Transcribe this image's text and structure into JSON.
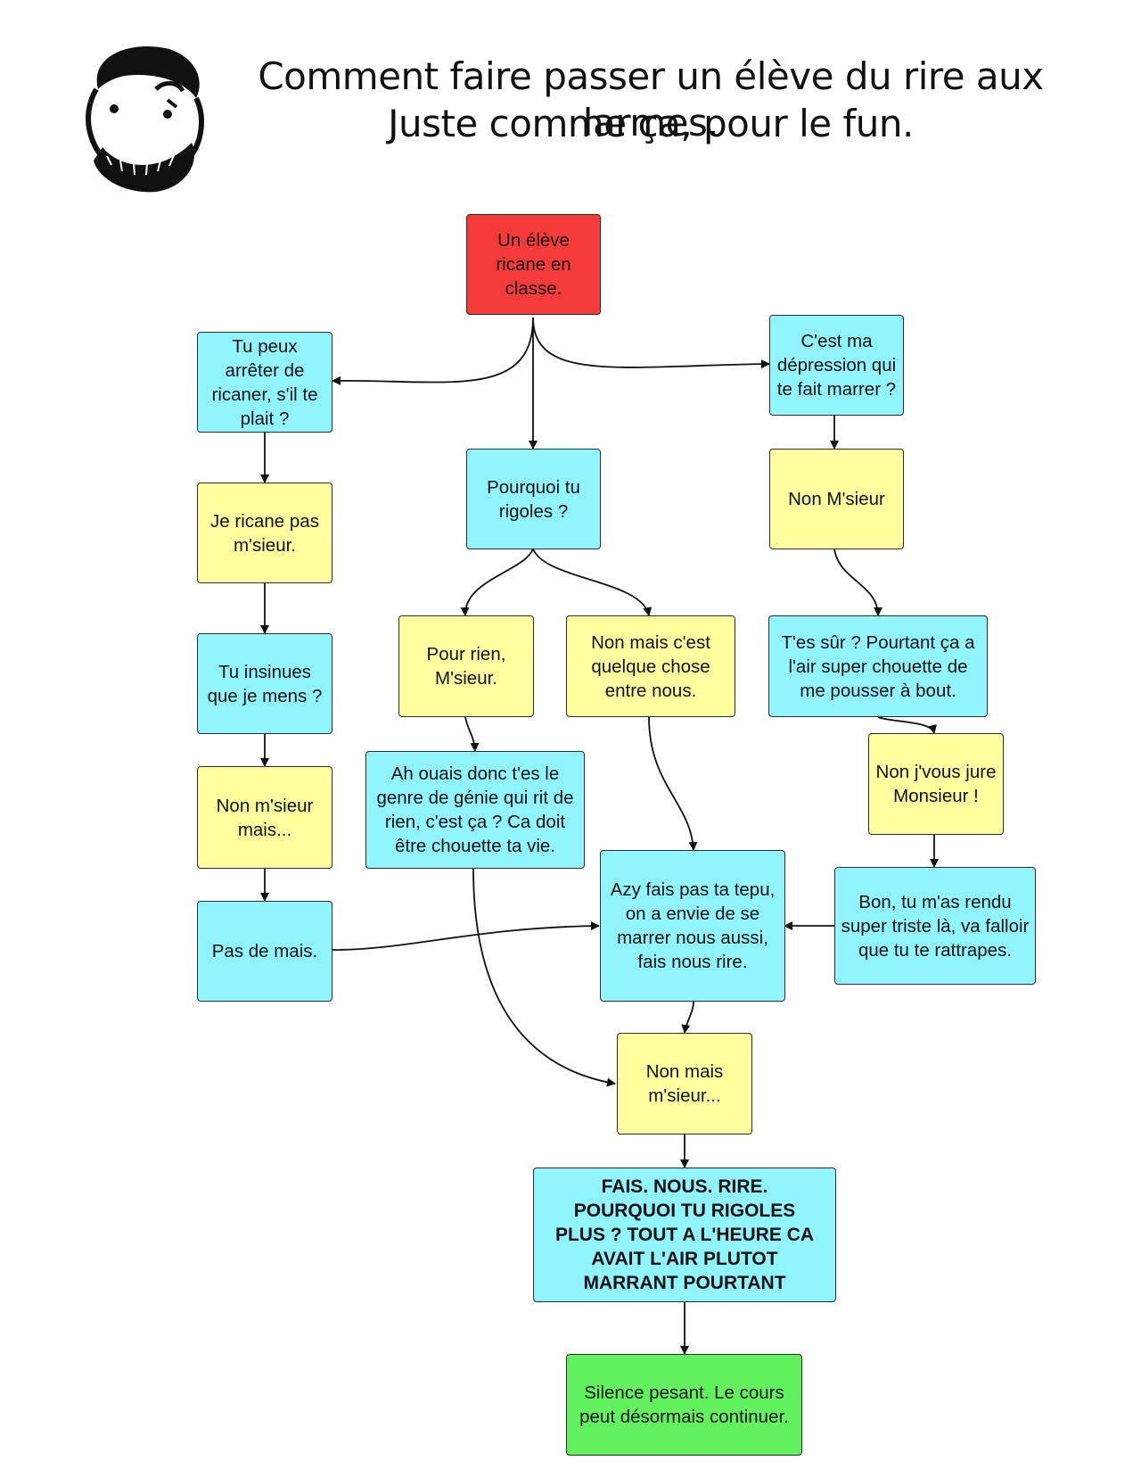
{
  "header": {
    "title_line1": "Comment faire passer un élève du rire aux larmes.",
    "title_line2": "Juste comme ça, pour le fun."
  },
  "avatar": {
    "icon": "bearded-man-face-icon"
  },
  "colors": {
    "start": "#f53a3a",
    "question": "#90f5ff",
    "answer": "#ffff9f",
    "end": "#63f25f"
  },
  "nodes": {
    "n1": "Un élève ricane en classe.",
    "n2": "Tu peux arrêter de ricaner, s'il te plait ?",
    "n3": "Pourquoi tu rigoles ?",
    "n4": "C'est ma dépression qui te fait marrer ?",
    "n5": "Je ricane pas m'sieur.",
    "n6": "Non M'sieur",
    "n7": "Pour rien, M'sieur.",
    "n8": "Non mais c'est quelque chose entre nous.",
    "n9": "T'es sûr ? Pourtant ça a l'air super chouette de me pousser à bout.",
    "n10": "Tu insinues que je mens ?",
    "n11": "Ah ouais donc t'es le genre de génie qui rit de rien, c'est ça ? Ca doit être chouette ta vie.",
    "n12": "Non j'vous jure Monsieur !",
    "n13": "Non m'sieur mais...",
    "n14": "Azy fais pas ta tepu, on a envie de se marrer nous aussi, fais nous rire.",
    "n15": "Bon, tu m'as rendu super triste là, va falloir que tu te rattrapes.",
    "n16": "Pas de mais.",
    "n17": "Non mais m'sieur...",
    "n18": "FAIS. NOUS. RIRE. POURQUOI TU RIGOLES PLUS ? TOUT A L'HEURE CA AVAIT L'AIR PLUTOT MARRANT POURTANT",
    "n19": "Silence pesant. Le cours peut désormais continuer."
  }
}
